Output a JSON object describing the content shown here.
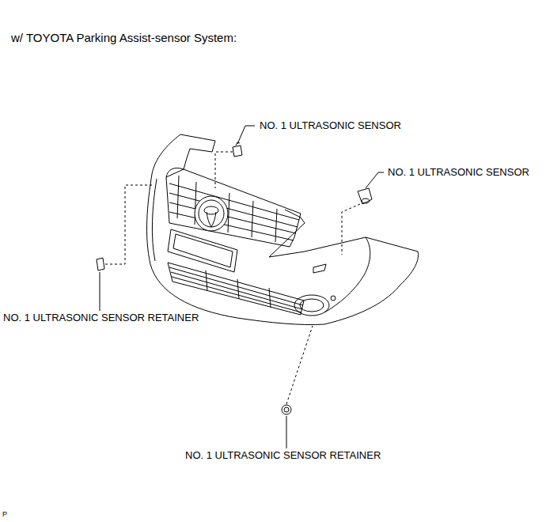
{
  "diagram": {
    "title": "w/ TOYOTA Parking Assist-sensor System:",
    "labels": [
      "NO. 1 ULTRASONIC SENSOR",
      "NO. 1 ULTRASONIC SENSOR",
      "NO. 1 ULTRASONIC SENSOR RETAINER",
      "NO. 1 ULTRASONIC SENSOR RETAINER",
      "P"
    ]
  }
}
